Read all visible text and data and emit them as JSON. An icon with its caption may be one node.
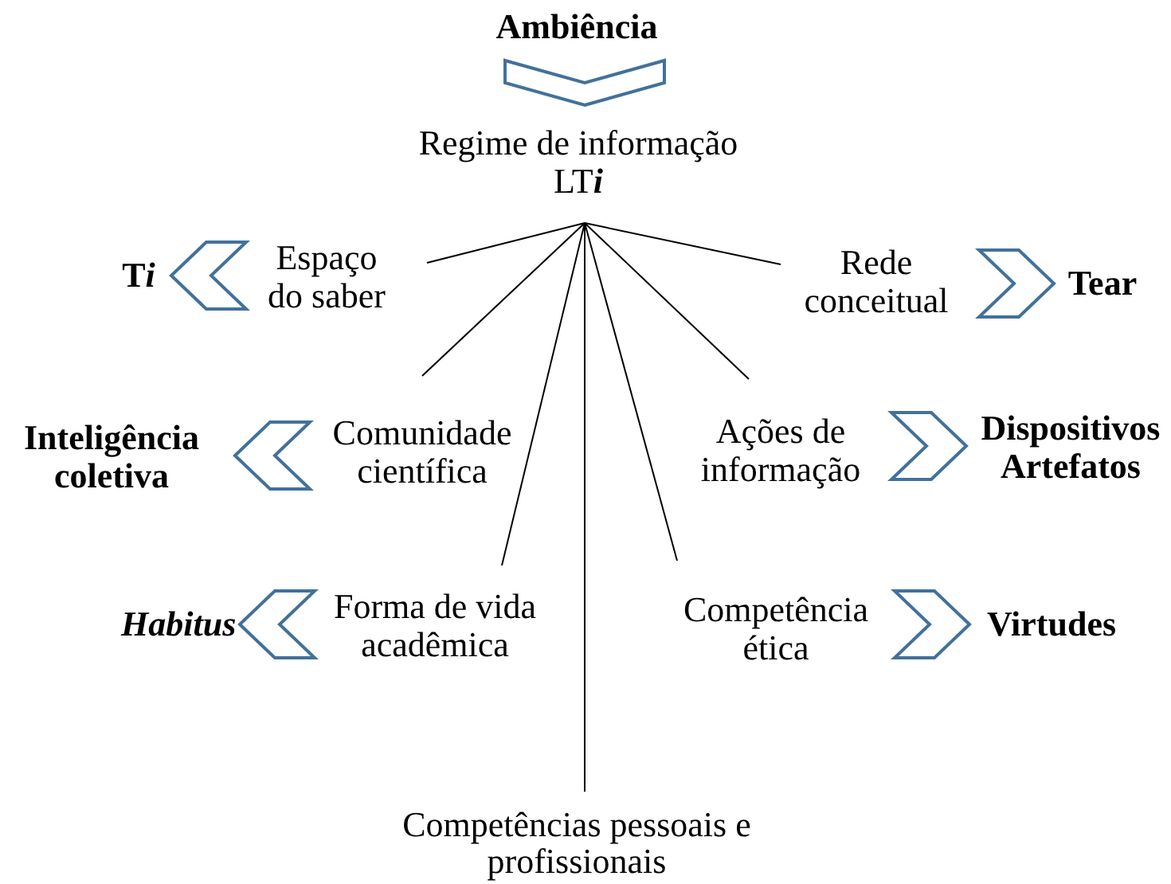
{
  "diagram": {
    "nodes": [
      {
        "text": [
          "Ambiência"
        ]
      },
      {
        "text": [
          "Regime de informação LTi"
        ]
      },
      {
        "text": [
          "Espaço do saber"
        ]
      },
      {
        "text": [
          "Rede conceitual"
        ]
      },
      {
        "text": [
          "Comunidade científica"
        ]
      },
      {
        "text": [
          "Ações de informação"
        ]
      },
      {
        "text": [
          "Forma de vida acadêmica"
        ]
      },
      {
        "text": [
          "Competência ética"
        ]
      },
      {
        "text": [
          "Competências pessoais e profissionais"
        ]
      },
      {
        "text": [
          "Ti"
        ]
      },
      {
        "text": [
          "Tear"
        ]
      },
      {
        "text": [
          "Inteligência coletiva"
        ]
      },
      {
        "text": [
          "Dispositivos Artefatos"
        ]
      },
      {
        "text": [
          "Habitus"
        ]
      },
      {
        "text": [
          "Virtudes"
        ]
      }
    ],
    "edges": [
      {
        "from": 0,
        "to": 1,
        "arrow": "to"
      },
      {
        "from": 1,
        "to": 2,
        "arrow": "none",
        "color": "#000000"
      },
      {
        "from": 1,
        "to": 3,
        "arrow": "none",
        "color": "#000000"
      },
      {
        "from": 1,
        "to": 4,
        "arrow": "none",
        "color": "#000000"
      },
      {
        "from": 1,
        "to": 5,
        "arrow": "none",
        "color": "#000000"
      },
      {
        "from": 1,
        "to": 6,
        "arrow": "none",
        "color": "#000000"
      },
      {
        "from": 1,
        "to": 7,
        "arrow": "none",
        "color": "#000000"
      },
      {
        "from": 1,
        "to": 8,
        "arrow": "none",
        "color": "#000000"
      },
      {
        "from": 2,
        "to": 9,
        "arrow": "to"
      },
      {
        "from": 3,
        "to": 10,
        "arrow": "to"
      },
      {
        "from": 4,
        "to": 11,
        "arrow": "to"
      },
      {
        "from": 5,
        "to": 12,
        "arrow": "to"
      },
      {
        "from": 6,
        "to": 13,
        "arrow": "to"
      },
      {
        "from": 7,
        "to": 14,
        "arrow": "to"
      }
    ]
  }
}
